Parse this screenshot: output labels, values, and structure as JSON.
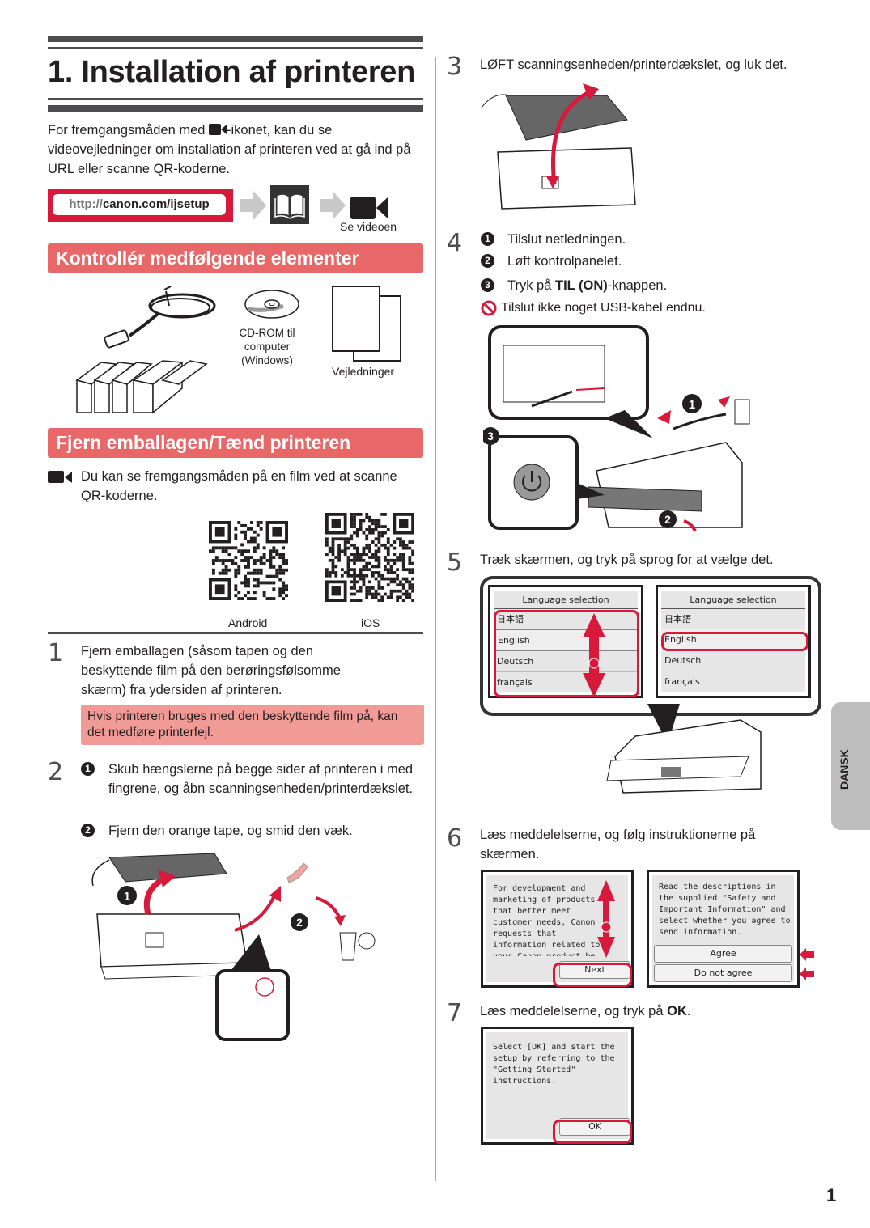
{
  "page": {
    "title": "1. Installation af printeren",
    "page_number": "1",
    "side_tab": "DANSK"
  },
  "intro": {
    "text_before_icon": "For fremgangsmåden med ",
    "text_after_icon": "-ikonet, kan du se videovejledninger om installation af printeren ved at gå ind på URL eller scanne QR-koderne.",
    "icon": "video-camera-icon",
    "url_prefix": "http://",
    "url_main": "canon.com/ijsetup",
    "video_label": "Se videoen"
  },
  "section_items": {
    "heading": "Kontrollér medfølgende elementer",
    "cd_label_1": "CD-ROM til",
    "cd_label_2": "computer",
    "cd_label_3": "(Windows)",
    "manuals_label": "Vejledninger"
  },
  "section_unpack": {
    "heading": "Fjern emballagen/Tænd printeren",
    "video_note_1": "Du kan se fremgangsmåden på en film ved at scanne",
    "video_note_2": "QR-koderne.",
    "qr_android_label": "Android",
    "qr_ios_label": "iOS"
  },
  "steps": {
    "s1": {
      "num": "1",
      "text": "Fjern emballagen (såsom tapen og den beskyttende film på den berøringsfølsomme skærm) fra ydersiden af printeren.",
      "warning": "Hvis printeren bruges med den beskyttende film på, kan det medføre printerfejl."
    },
    "s2": {
      "num": "2",
      "sub1_marker": "1",
      "sub1": "Skub hængslerne på begge sider af printeren i med fingrene, og åbn scanningsenheden/printerdækslet.",
      "sub2_marker": "2",
      "sub2": "Fjern den orange tape, og smid den væk.",
      "illus_marker_1": "1",
      "illus_marker_2": "2"
    },
    "s3": {
      "num": "3",
      "text": "LØFT scanningsenheden/printerdækslet, og luk det."
    },
    "s4": {
      "num": "4",
      "sub1_marker": "1",
      "sub1": "Tilslut netledningen.",
      "sub2_marker": "2",
      "sub2": "Løft kontrolpanelet.",
      "sub3_marker": "3",
      "sub3_before": "Tryk på ",
      "sub3_bold": "TIL (ON)",
      "sub3_after": "-knappen.",
      "prohibit": "Tilslut ikke noget USB-kabel endnu.",
      "illus_marker_1": "1",
      "illus_marker_2": "2",
      "illus_marker_3": "3"
    },
    "s5": {
      "num": "5",
      "text": "Træk skærmen, og tryk på sprog for at vælge det.",
      "screen_title": "Language selection",
      "languages": [
        "日本語",
        "English",
        "Deutsch",
        "français"
      ]
    },
    "s6": {
      "num": "6",
      "text": "Læs meddelelserne, og følg instruktionerne på skærmen.",
      "screen1_text": "For development and marketing of products that better meet customer needs, Canon requests that information related to your Canon product be sent to Canon through the Internet.",
      "screen1_button": "Next",
      "screen2_text": "Read the descriptions in the supplied \"Safety and Important Information\" and select whether you agree to send information.",
      "screen2_agree": "Agree",
      "screen2_disagree": "Do not agree"
    },
    "s7": {
      "num": "7",
      "text_before": "Læs meddelelserne, og tryk på ",
      "text_bold": "OK",
      "text_after": ".",
      "screen_text": "Select [OK] and start the setup by referring to the \"Getting Started\" instructions.",
      "screen_button": "OK"
    }
  },
  "colors": {
    "accent_red": "#d7193c",
    "section_head": "#e8686a",
    "warning_bg": "#f19b96",
    "dark_bar": "#4d4d4f",
    "tab_gray": "#bdbdbd"
  }
}
